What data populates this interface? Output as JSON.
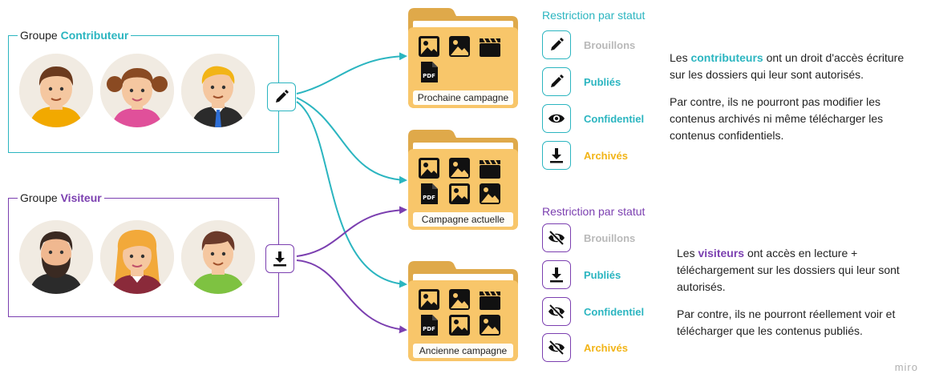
{
  "colors": {
    "contributor": "#2bb5c0",
    "visitor": "#7b3fb0",
    "folder": "#f8c66a",
    "folder_back": "#dfa94a",
    "muted": "#b9b9b9",
    "confidential": "#2bb5c0",
    "archived": "#f2b416",
    "published": "#2bb5c0"
  },
  "groups": {
    "contributor": {
      "prefix": "Groupe ",
      "name": "Contributeur",
      "action_icon": "pencil-icon"
    },
    "visitor": {
      "prefix": "Groupe ",
      "name": "Visiteur",
      "action_icon": "download-icon"
    }
  },
  "folders": [
    {
      "label": "Prochaine campagne"
    },
    {
      "label": "Campagne actuelle"
    },
    {
      "label": "Ancienne campagne"
    }
  ],
  "restrictions": {
    "contributor": {
      "title": "Restriction par statut",
      "rows": [
        {
          "label": "Brouillons",
          "icon": "pencil-icon",
          "state": "muted"
        },
        {
          "label": "Publiés",
          "icon": "pencil-icon",
          "state": "published"
        },
        {
          "label": "Confidentiel",
          "icon": "eye-icon",
          "state": "confidential"
        },
        {
          "label": "Archivés",
          "icon": "download-icon",
          "state": "archived"
        }
      ]
    },
    "visitor": {
      "title": "Restriction par statut",
      "rows": [
        {
          "label": "Brouillons",
          "icon": "eye-off-icon",
          "state": "muted"
        },
        {
          "label": "Publiés",
          "icon": "download-icon",
          "state": "published"
        },
        {
          "label": "Confidentiel",
          "icon": "eye-off-icon",
          "state": "confidential"
        },
        {
          "label": "Archivés",
          "icon": "eye-off-icon",
          "state": "archived"
        }
      ]
    }
  },
  "descriptions": {
    "contributor": {
      "p1_before": "Les ",
      "p1_bold": "contributeurs",
      "p1_after": " ont un droit d'accès écriture sur les dossiers qui leur sont autorisés.",
      "p2": "Par contre, ils ne pourront pas modifier les contenus archivés ni même télécharger les contenus confidentiels."
    },
    "visitor": {
      "p1_before": "Les ",
      "p1_bold": "visiteurs",
      "p1_after": " ont accès en lecture + téléchargement sur les dossiers qui leur sont autorisés.",
      "p2": "Par contre, ils ne pourront réellement voir et télécharger que les contenus publiés."
    }
  },
  "brand": "miro"
}
